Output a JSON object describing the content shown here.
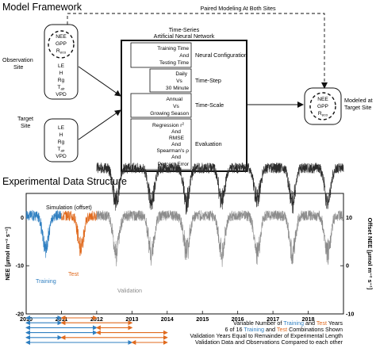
{
  "framework": {
    "title": "Model Framework",
    "paired_label": "Paired Modeling At Both Sites",
    "observation_site": {
      "label": [
        "Observation",
        "Site"
      ],
      "outputs": [
        "NEE",
        "GPP",
        "R_eco"
      ],
      "drivers": [
        "LE",
        "H",
        "Rg",
        "T_air",
        "VPD"
      ]
    },
    "target_site": {
      "label": [
        "Target",
        "Site"
      ],
      "drivers": [
        "LE",
        "H",
        "Rg",
        "T_air",
        "VPD"
      ]
    },
    "ann": {
      "title": [
        "Time-Series",
        "Artificial Neural Network"
      ],
      "configs": [
        {
          "items": [
            "Training Time",
            "And",
            "Testing Time"
          ],
          "label": "Neural Configuration"
        },
        {
          "items": [
            "Daily",
            "Vs",
            "30 Minute"
          ],
          "label": "Time-Step"
        },
        {
          "items": [
            "Annual",
            "Vs",
            "Growing Season"
          ],
          "label": "Time-Scale"
        },
        {
          "items": [
            "Regression r²",
            "And",
            "RMSE",
            "And",
            "Spearman's ρ",
            "And",
            "Percent Error"
          ],
          "label": "Evaluation"
        }
      ]
    },
    "modeled": {
      "outputs": [
        "NEE",
        "GPP",
        "R_eco"
      ],
      "label": [
        "Modeled at",
        "Target Site"
      ]
    }
  },
  "data_structure": {
    "title": "Experimental Data Structure",
    "annotations": {
      "simulation": "Simulation (offset)",
      "training": "Training",
      "test": "Test",
      "validation": "Validation"
    },
    "y_left_label": "NEE [μmol m⁻² s⁻¹]",
    "y_right_label": "Offset NEE [μmol m⁻² s⁻¹]",
    "legend_lines": [
      [
        "Variable Number of ",
        "Training",
        " and ",
        "Test",
        " Years"
      ],
      [
        "6 of 16 ",
        "Training",
        " and ",
        "Test",
        " Combinations Shown"
      ],
      [
        "Validation Years Equal to Remainder of Experimental Length"
      ],
      [
        "Validation Data and Observations Compared to each other"
      ]
    ],
    "arrows": [
      {
        "train_end": 2011.0,
        "test_end": 2012.0,
        "val_end": 2019.0
      },
      {
        "train_end": 2011.0,
        "test_end": 2013.0,
        "val_end": 2019.0
      },
      {
        "train_end": 2012.0,
        "test_end": 2013.0,
        "val_end": 2019.0
      },
      {
        "train_end": 2012.0,
        "test_end": 2014.0,
        "val_end": 2019.0
      },
      {
        "train_end": 2011.0,
        "test_end": 2014.0,
        "val_end": 2019.0
      },
      {
        "train_end": 2013.0,
        "test_end": 2014.0,
        "val_end": 2019.0
      }
    ]
  },
  "colors": {
    "training": "#2f7fc1",
    "test": "#e06a1e",
    "validation": "#8c8c8c",
    "simulation": "#2b2b2b",
    "box": "#111111"
  },
  "chart_data": {
    "type": "line",
    "x_ticks": [
      "2010",
      "2011",
      "2012",
      "2013",
      "2014",
      "2015",
      "2016",
      "2017",
      "2018"
    ],
    "xlim": [
      2010,
      2019
    ],
    "y_left_ticks": [
      "-20",
      "-10",
      "0"
    ],
    "ylim_left": [
      -20,
      5
    ],
    "y_right_ticks": [
      "-10",
      "0",
      "10"
    ],
    "series": [
      {
        "period": [
          2010.0,
          2011.0
        ],
        "label": "Training",
        "color": "#2f7fc1"
      },
      {
        "period": [
          2011.0,
          2012.0
        ],
        "label": "Test",
        "color": "#e06a1e"
      },
      {
        "period": [
          2012.0,
          2019.0
        ],
        "label": "Validation",
        "color": "#8c8c8c"
      },
      {
        "period": [
          2012.0,
          2019.0
        ],
        "label": "Simulation (offset)",
        "color": "#2b2b2b"
      }
    ]
  }
}
